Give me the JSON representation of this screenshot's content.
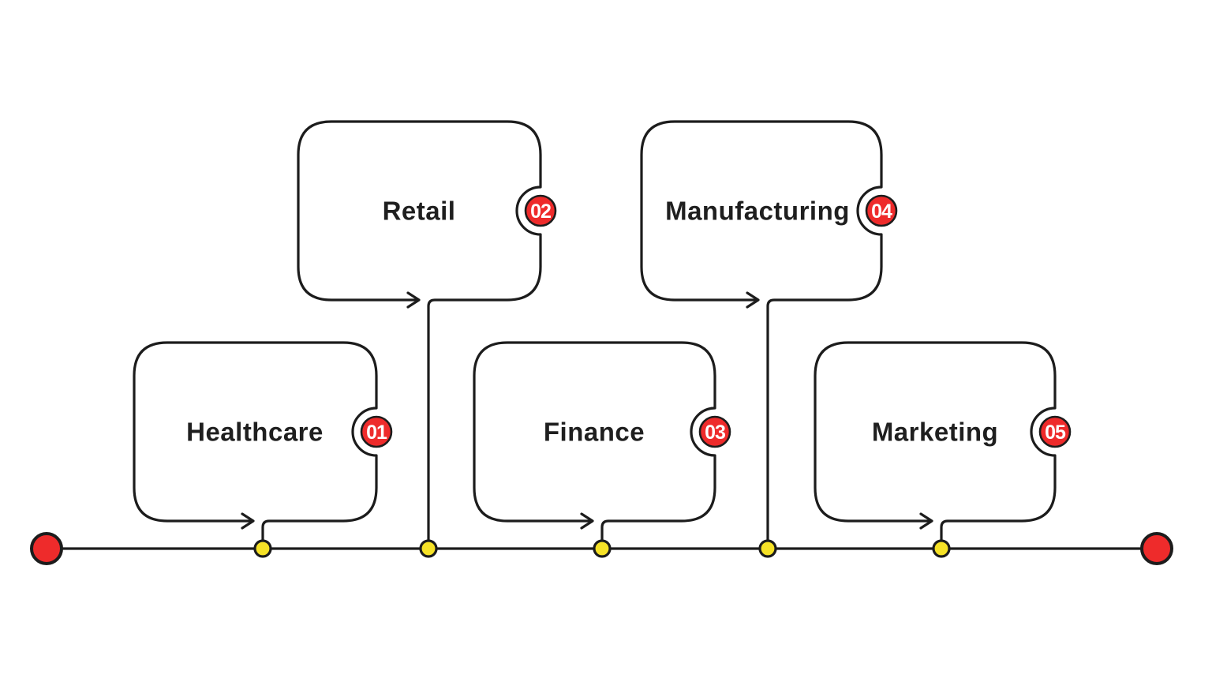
{
  "diagram": {
    "type": "horizontal-timeline-flow",
    "steps": [
      {
        "number": "01",
        "label": "Healthcare"
      },
      {
        "number": "02",
        "label": "Retail"
      },
      {
        "number": "03",
        "label": "Finance"
      },
      {
        "number": "04",
        "label": "Manufacturing"
      },
      {
        "number": "05",
        "label": "Marketing"
      }
    ]
  },
  "icons": [
    "flow-arrow-icon",
    "timeline-start-dot",
    "timeline-end-dot",
    "timeline-node-dot"
  ],
  "colors": {
    "line": "#1c1c1c",
    "step_red": "#ee2b2b",
    "node_yellow": "#f6e227",
    "label_text": "#1f1f1f",
    "badge_text": "#ffffff",
    "background": "#ffffff"
  }
}
